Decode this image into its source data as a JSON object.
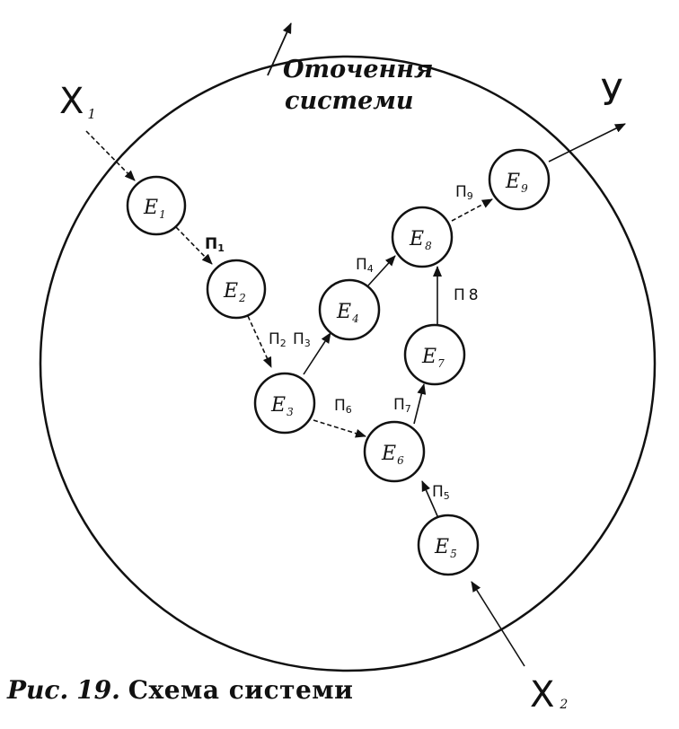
{
  "environment": {
    "line1": "Оточення",
    "line2": "системи"
  },
  "inputs": {
    "x1": "X",
    "x1_sub": "1",
    "x2": "X",
    "x2_sub": "2"
  },
  "output": {
    "y": "У"
  },
  "nodes": {
    "e1": {
      "letter": "E",
      "sub": "1"
    },
    "e2": {
      "letter": "E",
      "sub": "2"
    },
    "e3": {
      "letter": "E",
      "sub": "3"
    },
    "e4": {
      "letter": "E",
      "sub": "4"
    },
    "e5": {
      "letter": "E",
      "sub": "5"
    },
    "e6": {
      "letter": "E",
      "sub": "6"
    },
    "e7": {
      "letter": "E",
      "sub": "7"
    },
    "e8": {
      "letter": "E",
      "sub": "8"
    },
    "e9": {
      "letter": "E",
      "sub": "9"
    }
  },
  "edges": {
    "p1": {
      "letter": "П",
      "sub": "1"
    },
    "p2": {
      "letter": "П",
      "sub": "2"
    },
    "p3": {
      "letter": "П",
      "sub": "3"
    },
    "p4": {
      "letter": "П",
      "sub": "4"
    },
    "p5": {
      "letter": "П",
      "sub": "5"
    },
    "p6": {
      "letter": "П",
      "sub": "6"
    },
    "p7": {
      "letter": "П",
      "sub": "7"
    },
    "p8": {
      "letter": "П",
      "sub": "8"
    },
    "p9": {
      "letter": "П",
      "sub": "9"
    }
  },
  "caption": {
    "prefix": "Рис.",
    "number": "19.",
    "text": "Схема системи"
  }
}
